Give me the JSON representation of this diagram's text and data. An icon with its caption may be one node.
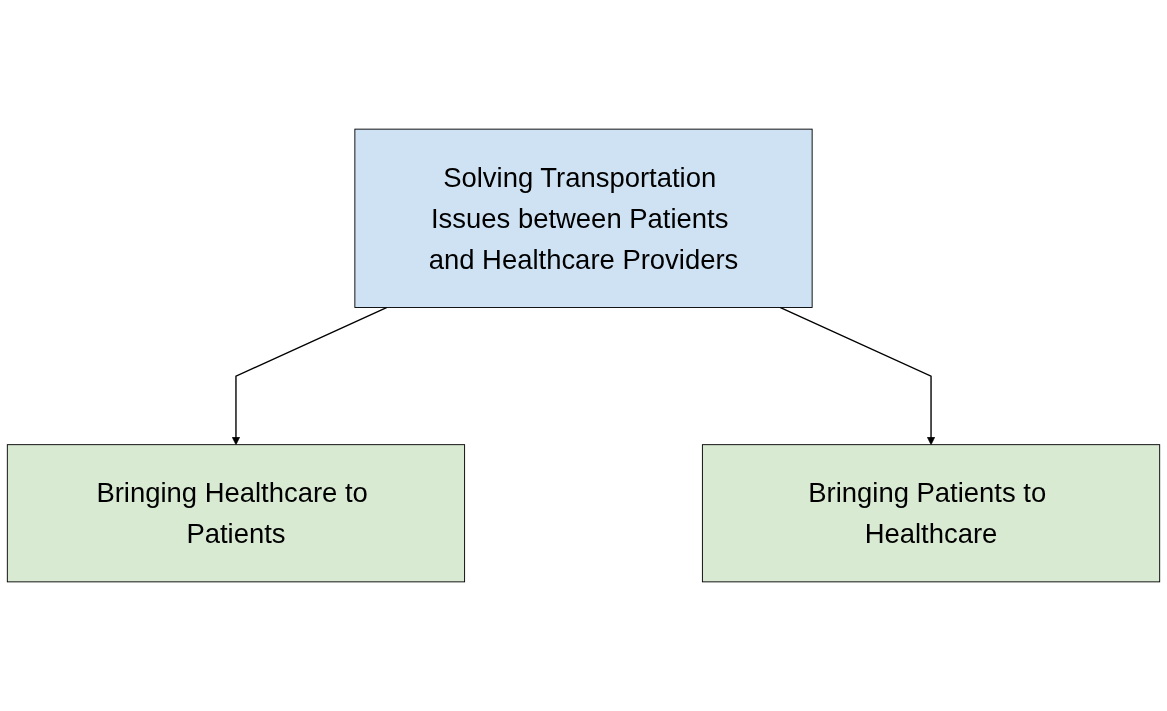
{
  "diagram": {
    "nodes": [
      {
        "text": [
          "Solving Transportation Issues between Patients and Healthcare Providers"
        ]
      },
      {
        "text": [
          "Bringing Healthcare to Patients"
        ]
      },
      {
        "text": [
          "Bringing Patients to Healthcare"
        ]
      }
    ],
    "edges": [
      {
        "from": 0,
        "to": 1,
        "arrow": "to"
      },
      {
        "from": 0,
        "to": 2,
        "arrow": "to"
      }
    ]
  }
}
